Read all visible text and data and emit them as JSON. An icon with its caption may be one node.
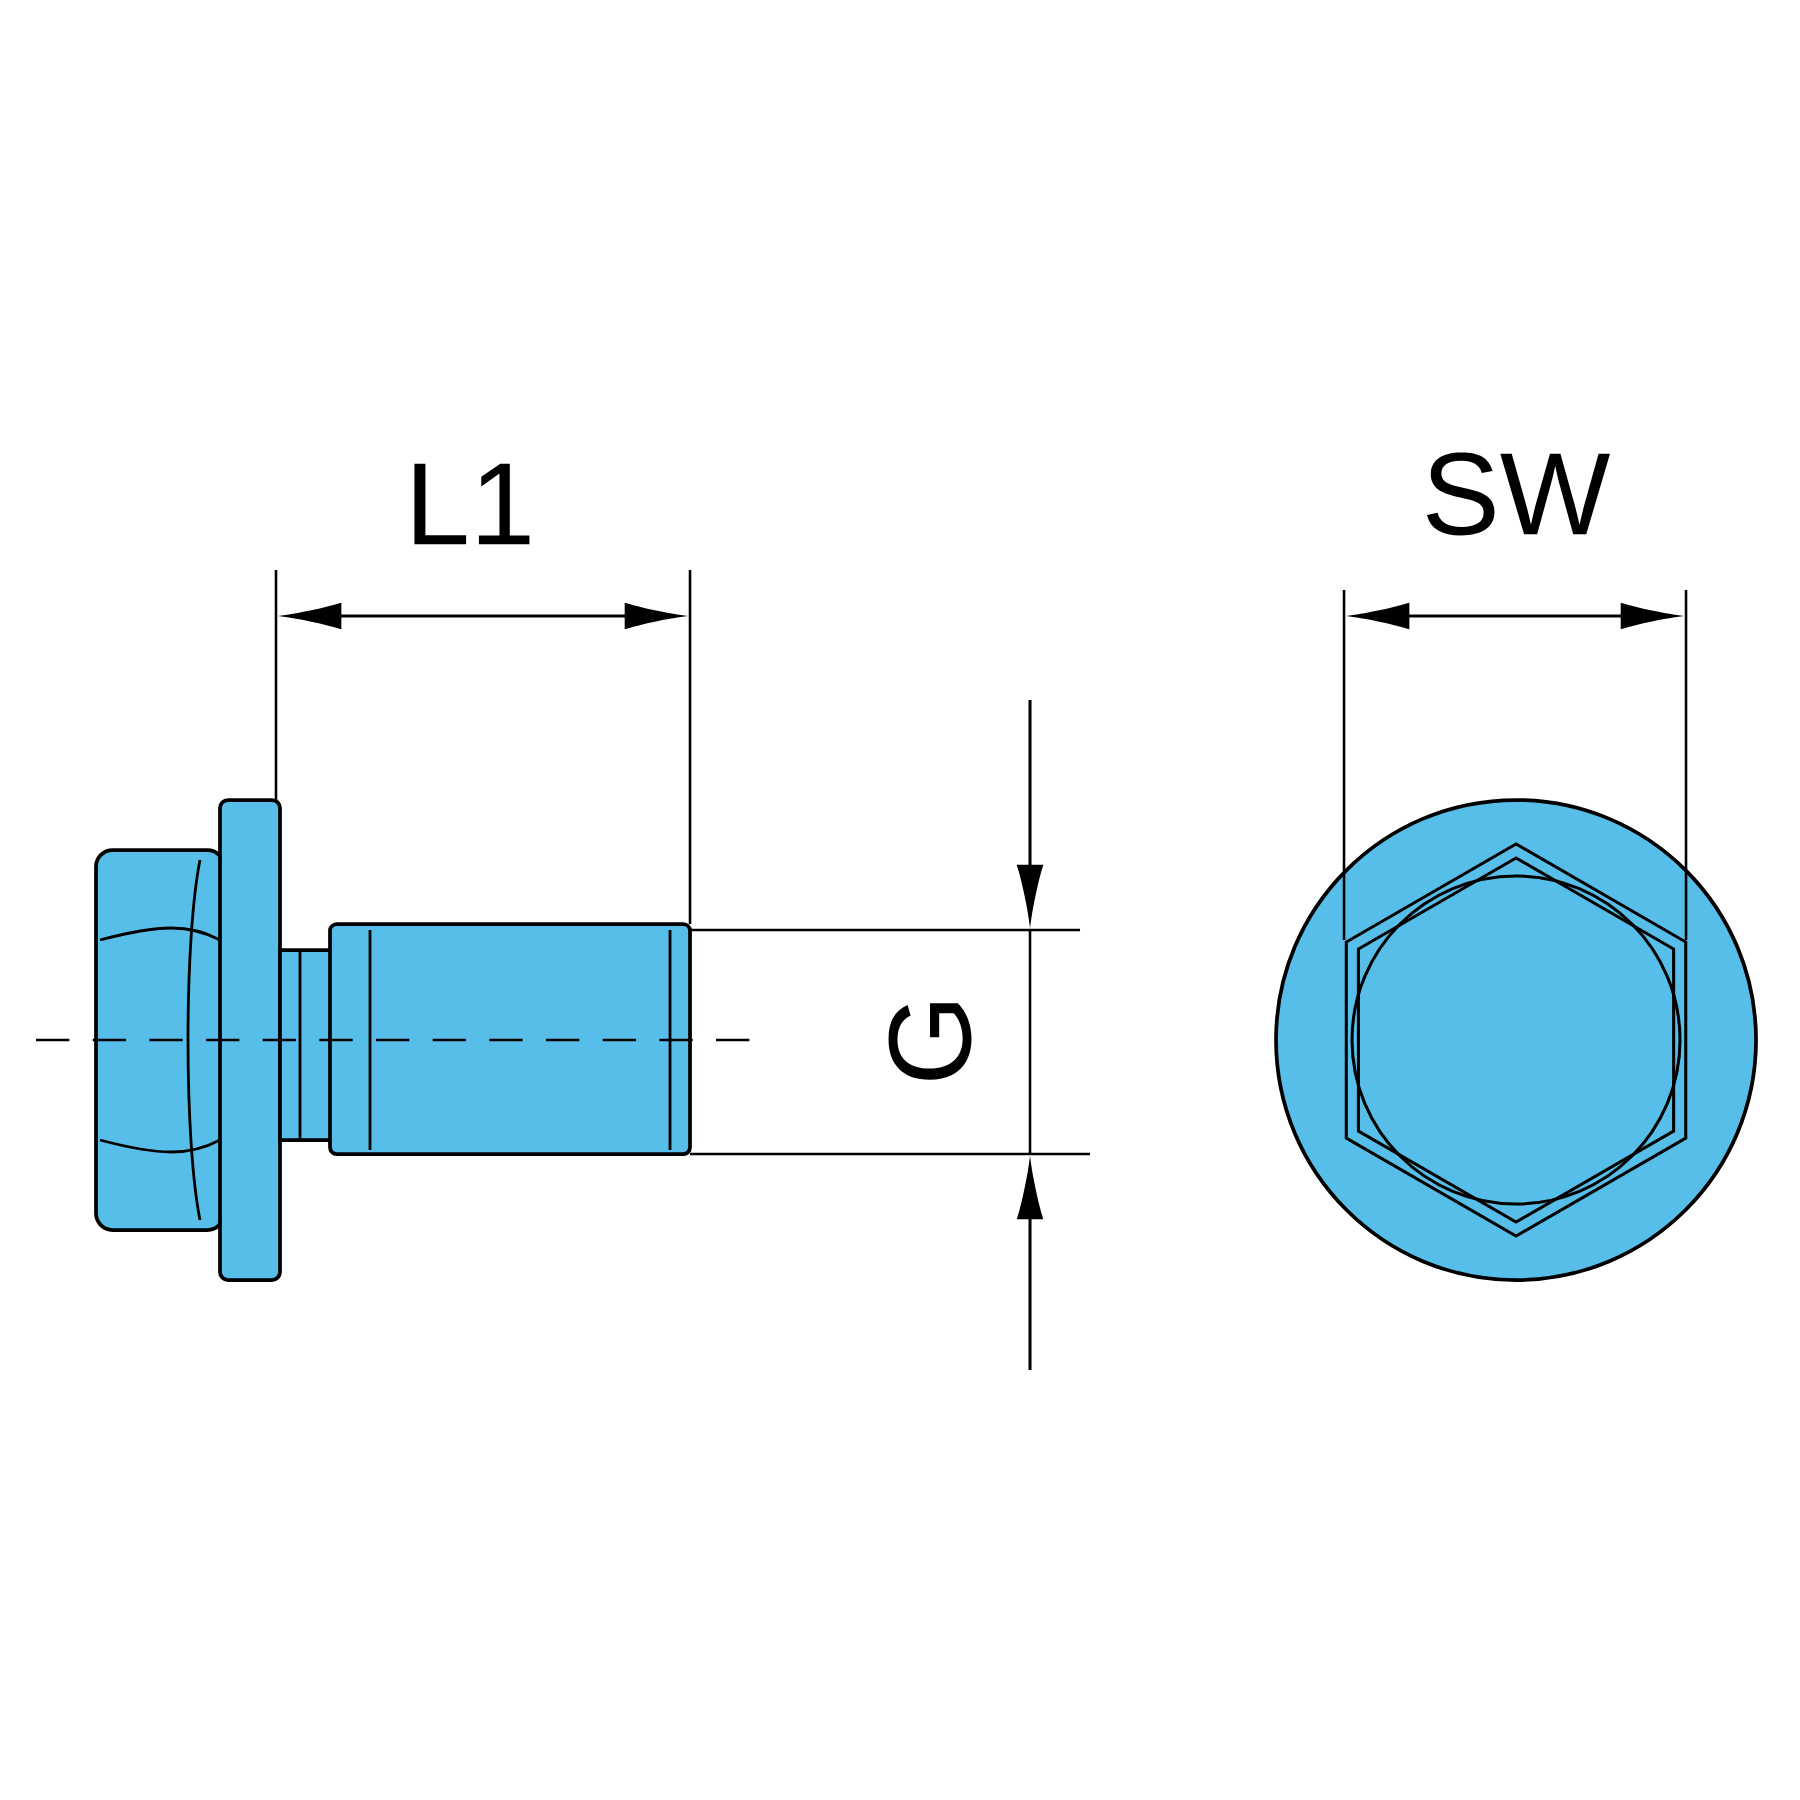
{
  "diagram": {
    "labels": [
      "L1",
      "SW",
      "G"
    ]
  }
}
